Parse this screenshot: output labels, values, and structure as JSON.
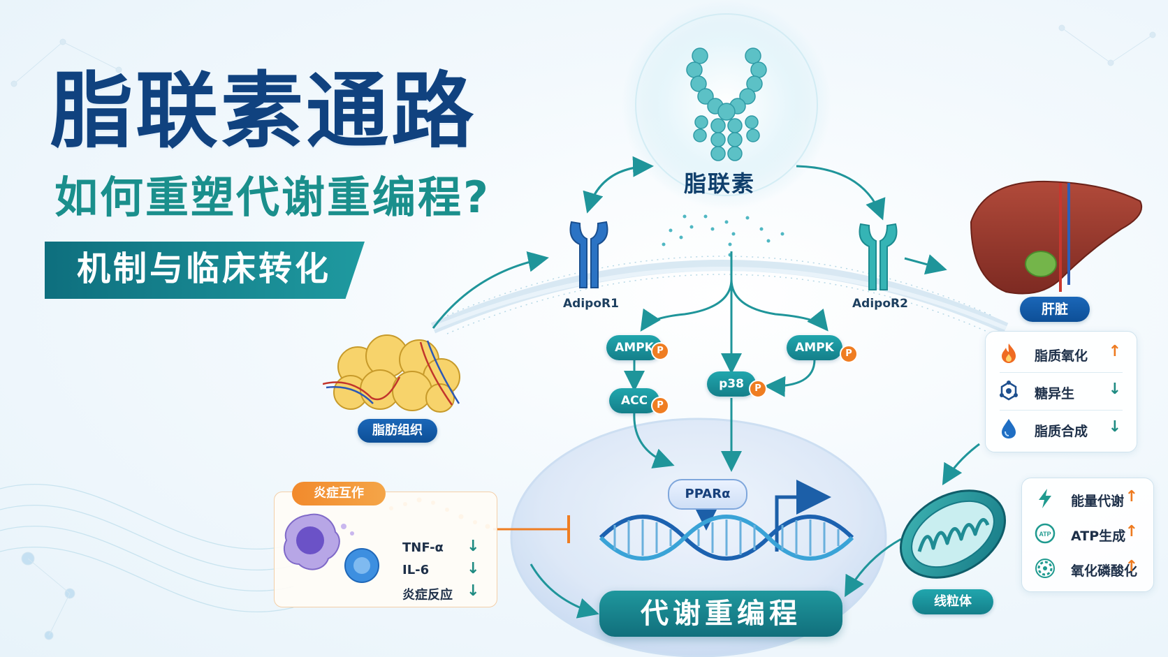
{
  "title": {
    "main": "脂联素通路",
    "sub": "如何重塑代谢重编程?",
    "banner": "机制与临床转化"
  },
  "hub": {
    "label": "脂联素"
  },
  "receptors": {
    "r1": "AdipoR1",
    "r2": "AdipoR2"
  },
  "signaling": {
    "ampk_left": "AMPK",
    "ampk_right": "AMPK",
    "acc": "ACC",
    "p38": "p38",
    "ppar": "PPARα",
    "phospho": "P"
  },
  "adipose": {
    "label": "脂肪组织"
  },
  "liver": {
    "label": "肝脏",
    "items": [
      {
        "label": "脂质氧化",
        "trend": "↑",
        "icon": "flame-icon"
      },
      {
        "label": "糖异生",
        "trend": "↓",
        "icon": "molecule-gear-icon"
      },
      {
        "label": "脂质合成",
        "trend": "↓",
        "icon": "droplet-icon"
      }
    ]
  },
  "mitochondria": {
    "label": "线粒体",
    "items": [
      {
        "label": "能量代谢",
        "trend": "↑",
        "icon": "lightning-icon"
      },
      {
        "label": "ATP生成",
        "trend": "↑",
        "icon": "atp-icon",
        "icon_text": "ATP"
      },
      {
        "label": "氧化磷酸化",
        "trend": "↑",
        "icon": "gear-icon"
      }
    ]
  },
  "inflammation": {
    "label": "炎症互作",
    "items": [
      {
        "label": "TNF-α",
        "trend": "↓"
      },
      {
        "label": "IL-6",
        "trend": "↓"
      },
      {
        "label": "炎症反应",
        "trend": "↓"
      }
    ]
  },
  "outcome": {
    "label": "代谢重编程"
  },
  "colors": {
    "navy": "#10427f",
    "teal": "#1a8f8c",
    "blue": "#1b67b8",
    "orange": "#ef7d22",
    "up": "#ee7a1f",
    "down": "#1f8b82"
  }
}
